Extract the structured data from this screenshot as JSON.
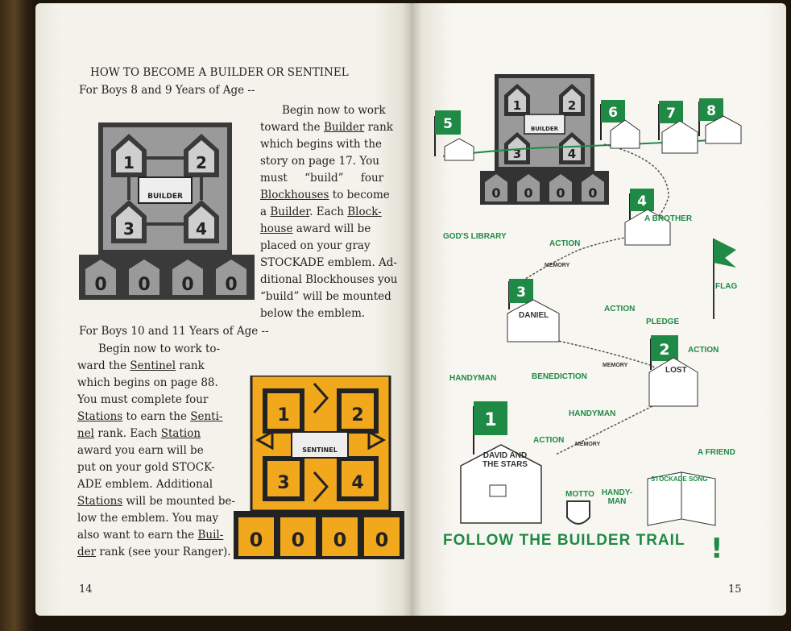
{
  "left_page": {
    "heading": "HOW TO BECOME A BUILDER OR SENTINEL",
    "builder_subheading": "For Boys 8 and 9 Years of Age --",
    "builder_para": [
      "Begin now to work",
      "toward the",
      "Builder",
      "rank",
      "which begins with the",
      "story on page 17. You",
      "must “build” four",
      "Blockhouses",
      "to become",
      "a",
      "Builder",
      ". Each",
      "Block-",
      "house",
      "award will be",
      "placed on your gray",
      "STOCKADE emblem. Ad-",
      "ditional Blockhouses you",
      "“build” will be mounted",
      "below the emblem."
    ],
    "sentinel_subheading": "For Boys 10 and 11 Years of Age --",
    "sentinel_para": [
      "Begin now to work to-",
      "ward the",
      "Sentinel",
      "rank",
      "which begins on page 88.",
      "You must complete four",
      "Stations",
      "to earn the",
      "Senti-",
      "nel",
      "rank. Each",
      "Station",
      "award you earn will be",
      "put on your gold STOCK-",
      "ADE emblem. Additional",
      "Stations",
      "will be mounted be-",
      "low the emblem. You may",
      "also want to earn the",
      "Buil-",
      "der",
      "rank (see your Ranger)."
    ],
    "builder_emblem": {
      "plate": "BUILDER",
      "numbers": [
        "1",
        "2",
        "3",
        "4"
      ],
      "extras": [
        "0",
        "0",
        "0",
        "0"
      ],
      "color": "#3a3a3a"
    },
    "sentinel_emblem": {
      "plate": "SENTINEL",
      "numbers": [
        "1",
        "2",
        "3",
        "4"
      ],
      "extras": [
        "0",
        "0",
        "0",
        "0"
      ],
      "color": "#f2a81d"
    },
    "page_number": "14"
  },
  "right_page": {
    "emblem": {
      "plate": "BUILDER",
      "numbers": [
        "1",
        "2",
        "3",
        "4"
      ],
      "extras": [
        "0",
        "0",
        "0",
        "0"
      ]
    },
    "flags": [
      "5",
      "6",
      "7",
      "8",
      "4",
      "3",
      "2",
      "1"
    ],
    "labels": {
      "library": "GOD'S LIBRARY",
      "action1": "ACTION",
      "brother": "A BROTHER",
      "memory1": "MEMORY",
      "flag": "FLAG",
      "daniel": "DANIEL",
      "action2": "ACTION",
      "pledge": "PLEDGE",
      "action3": "ACTION",
      "handyman1": "HANDYMAN",
      "benediction": "BENEDICTION",
      "memory2": "MEMORY",
      "lost": "LOST",
      "handyman2": "HANDYMAN",
      "action4": "ACTION",
      "memory3": "MEMORY",
      "friend": "A FRIEND",
      "david": "DAVID AND THE STARS",
      "motto": "MOTTO",
      "handyman3": "HANDY- MAN",
      "song": "STOCKADE SONG"
    },
    "trail_title": "FOLLOW THE BUILDER TRAIL",
    "exclamation": "!",
    "page_number": "15"
  },
  "colors": {
    "green": "#1f8a45",
    "gold": "#f2a81d",
    "gray": "#3a3a3a"
  }
}
